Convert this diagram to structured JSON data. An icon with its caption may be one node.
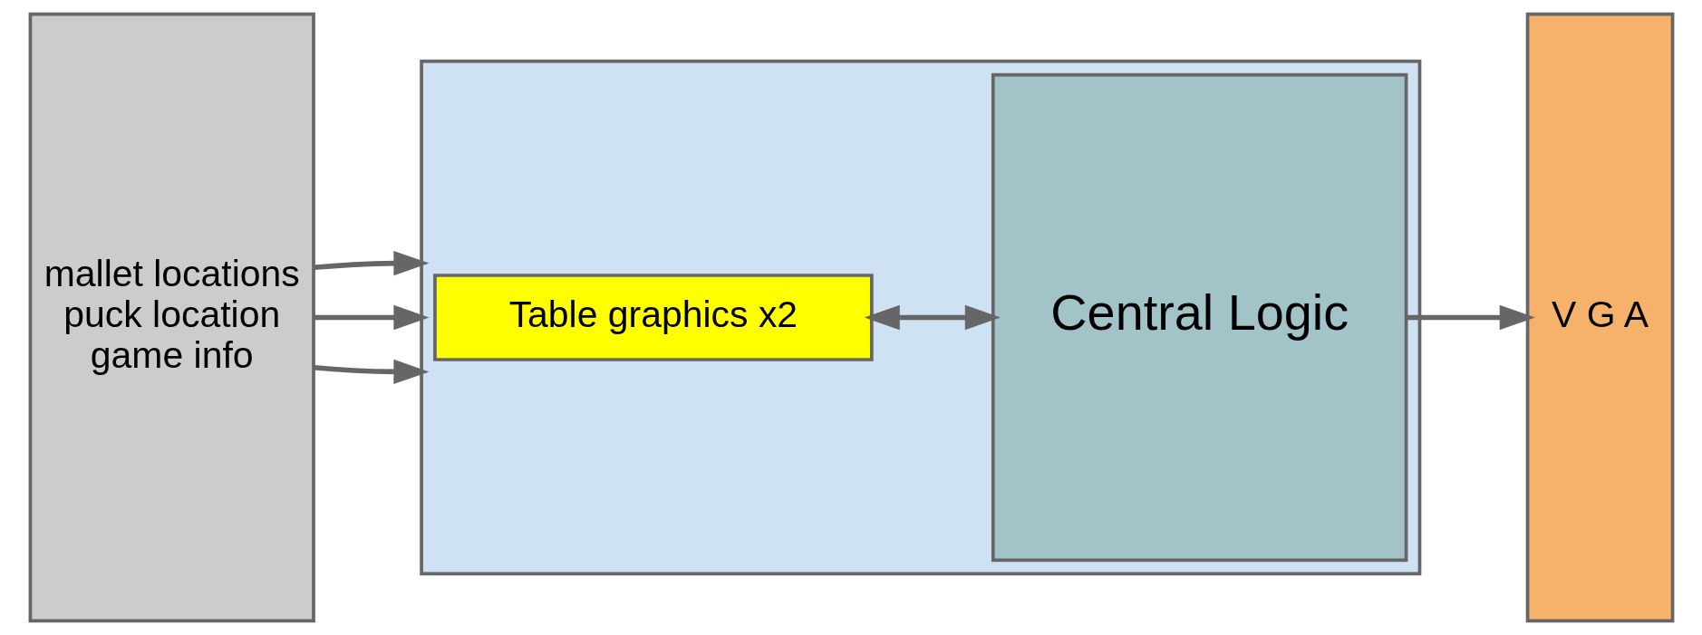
{
  "diagram": {
    "nodes": [
      {
        "text": [
          "mallet locations",
          "puck location",
          "game info"
        ]
      },
      {
        "text": [],
        "shape": "box"
      },
      {
        "text": [
          "Table graphics x2"
        ],
        "in": 1
      },
      {
        "text": [
          "Central Logic"
        ],
        "in": 1
      },
      {
        "text": [
          "V G A"
        ]
      }
    ],
    "edges": [
      {
        "from": 0,
        "to": 1,
        "arrow": "to"
      },
      {
        "from": 0,
        "to": 1,
        "arrow": "to"
      },
      {
        "from": 0,
        "to": 1,
        "arrow": "to"
      },
      {
        "from": 2,
        "to": 3,
        "arrow": "both"
      },
      {
        "from": 3,
        "to": 4,
        "arrow": "to"
      }
    ]
  }
}
